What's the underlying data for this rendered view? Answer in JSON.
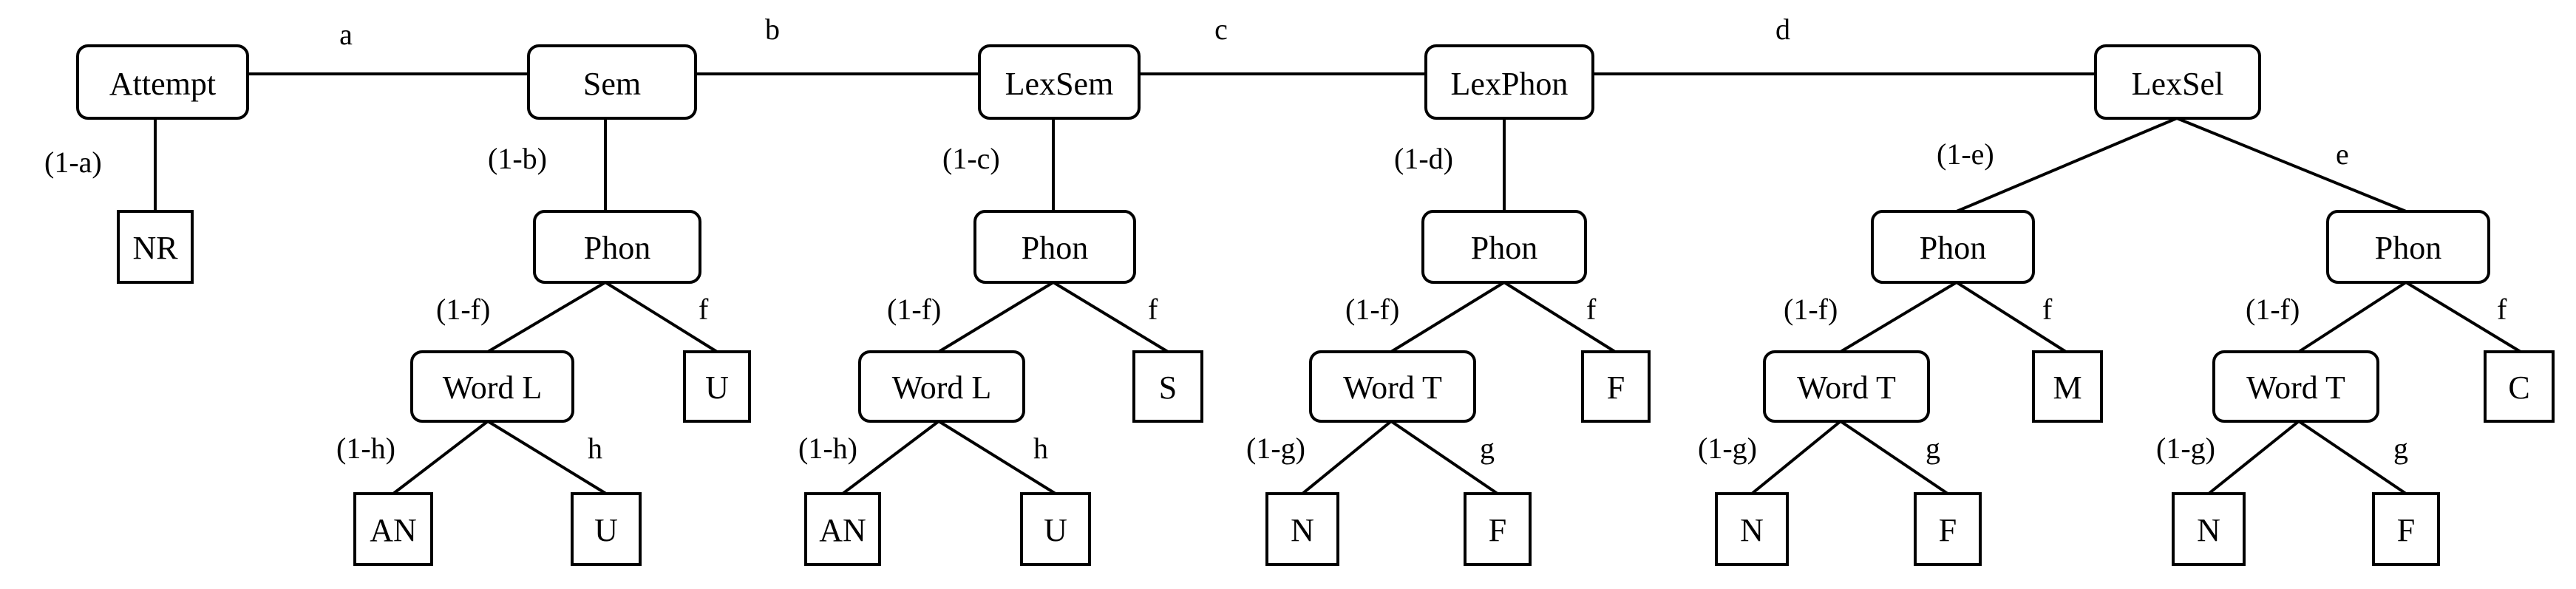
{
  "nodes": {
    "attempt": "Attempt",
    "nr": "NR",
    "sem": "Sem",
    "lexsem": "LexSem",
    "lexphon": "LexPhon",
    "lexsel": "LexSel",
    "phon": "Phon",
    "word_l": "Word L",
    "word_t": "Word T",
    "an": "AN",
    "u": "U",
    "s": "S",
    "f": "F",
    "n": "N",
    "m": "M",
    "c": "C"
  },
  "edge_labels": {
    "a": "a",
    "b": "b",
    "c": "c",
    "d": "d",
    "e": "e",
    "f": "f",
    "g": "g",
    "h": "h",
    "one_minus_a": "(1-a)",
    "one_minus_b": "(1-b)",
    "one_minus_c": "(1-c)",
    "one_minus_d": "(1-d)",
    "one_minus_e": "(1-e)",
    "one_minus_f": "(1-f)",
    "one_minus_g": "(1-g)",
    "one_minus_h": "(1-h)"
  }
}
